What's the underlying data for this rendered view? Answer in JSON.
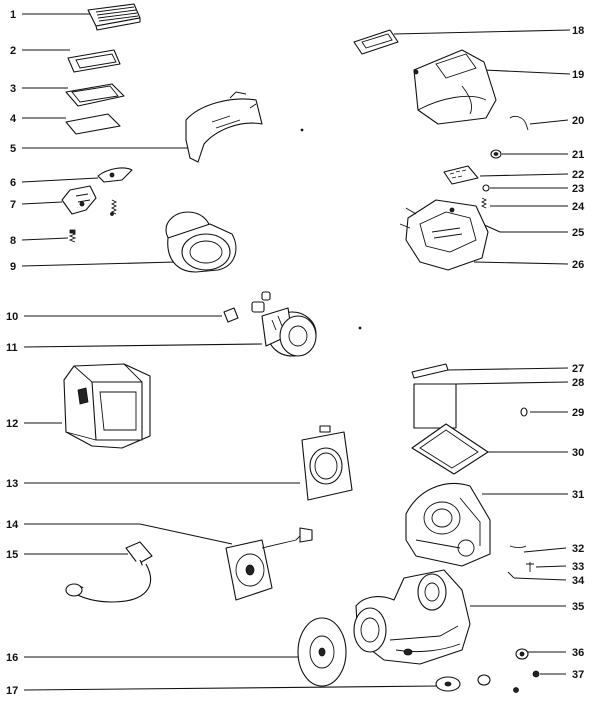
{
  "diagram": {
    "type": "exploded-parts-diagram",
    "callouts": [
      "1",
      "2",
      "3",
      "4",
      "5",
      "6",
      "7",
      "8",
      "9",
      "10",
      "11",
      "12",
      "13",
      "14",
      "15",
      "16",
      "17",
      "18",
      "19",
      "20",
      "21",
      "22",
      "23",
      "24",
      "25",
      "26",
      "27",
      "28",
      "29",
      "30",
      "31",
      "32",
      "33",
      "34",
      "35",
      "36",
      "37"
    ]
  }
}
